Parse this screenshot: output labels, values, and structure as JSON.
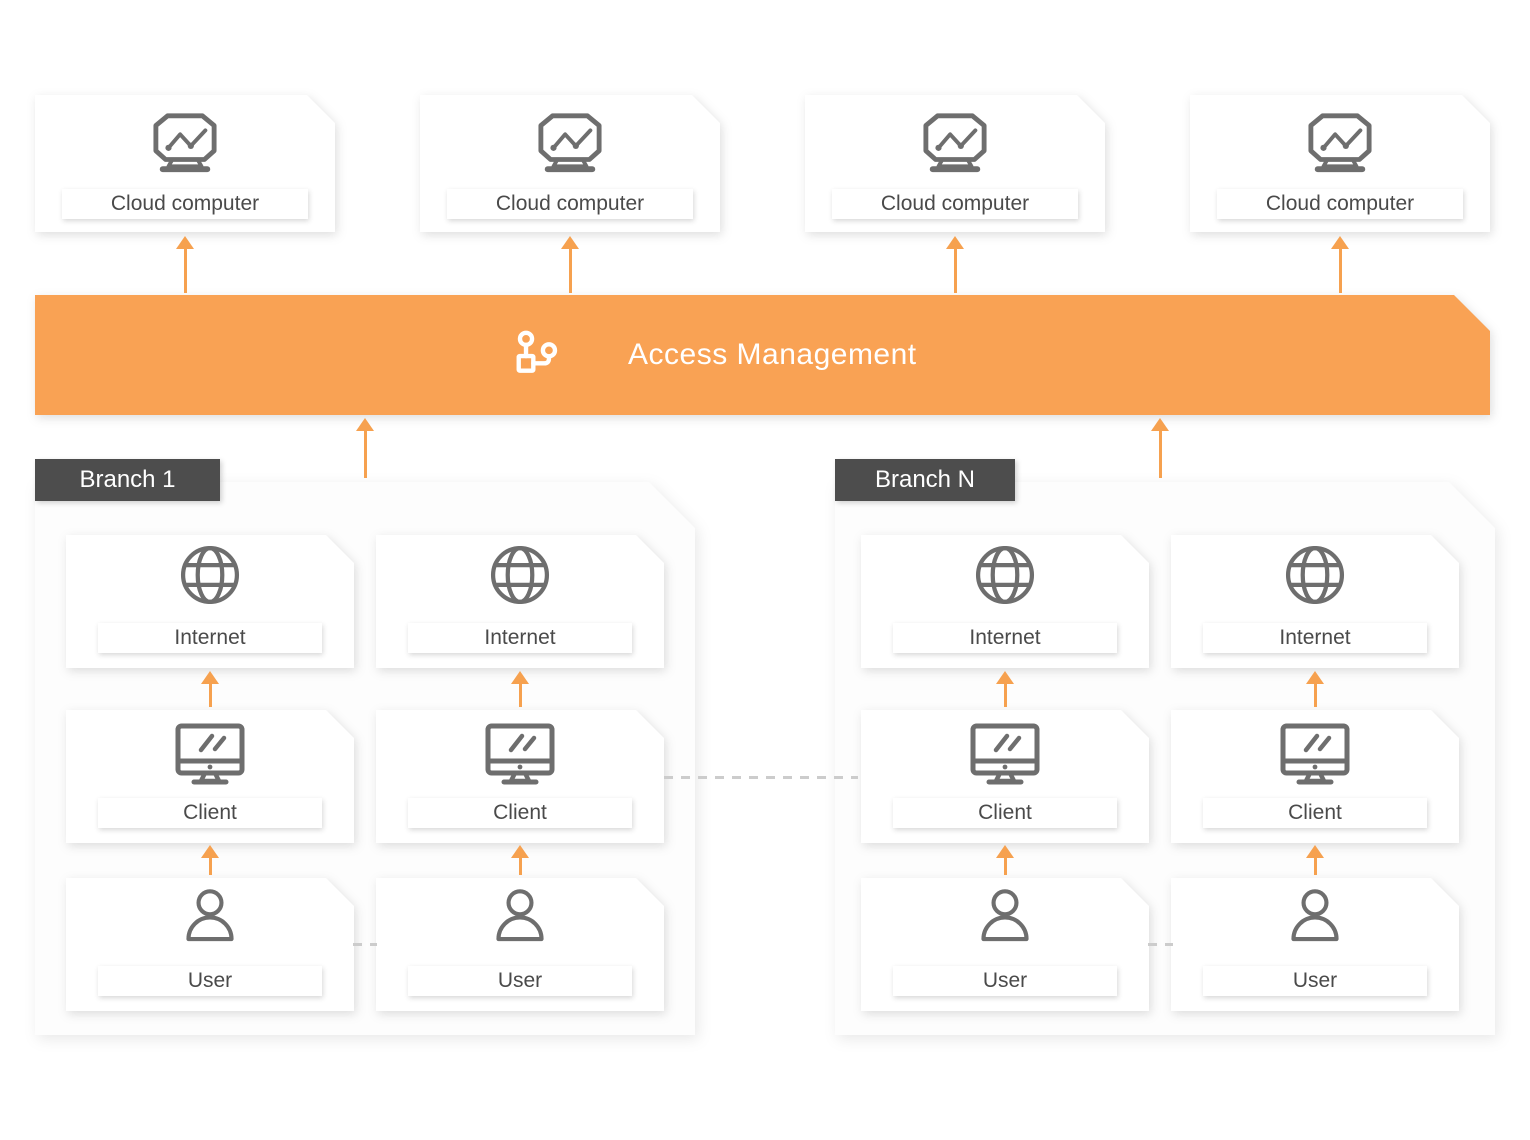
{
  "cloud_row": {
    "boxes": [
      {
        "label": "Cloud computer",
        "icon": "cloud-monitor-icon"
      },
      {
        "label": "Cloud computer",
        "icon": "cloud-monitor-icon"
      },
      {
        "label": "Cloud computer",
        "icon": "cloud-monitor-icon"
      },
      {
        "label": "Cloud computer",
        "icon": "cloud-monitor-icon"
      }
    ]
  },
  "access_bar": {
    "label": "Access Management",
    "icon": "workflow-icon",
    "color": "#F9A254"
  },
  "branches": [
    {
      "name": "Branch 1",
      "columns": [
        {
          "rows": [
            {
              "label": "Internet",
              "icon": "globe-icon"
            },
            {
              "label": "Client",
              "icon": "desktop-icon"
            },
            {
              "label": "User",
              "icon": "user-icon"
            }
          ]
        },
        {
          "rows": [
            {
              "label": "Internet",
              "icon": "globe-icon"
            },
            {
              "label": "Client",
              "icon": "desktop-icon"
            },
            {
              "label": "User",
              "icon": "user-icon"
            }
          ]
        }
      ]
    },
    {
      "name": "Branch N",
      "columns": [
        {
          "rows": [
            {
              "label": "Internet",
              "icon": "globe-icon"
            },
            {
              "label": "Client",
              "icon": "desktop-icon"
            },
            {
              "label": "User",
              "icon": "user-icon"
            }
          ]
        },
        {
          "rows": [
            {
              "label": "Internet",
              "icon": "globe-icon"
            },
            {
              "label": "Client",
              "icon": "desktop-icon"
            },
            {
              "label": "User",
              "icon": "user-icon"
            }
          ]
        }
      ]
    }
  ],
  "colors": {
    "accent_orange": "#F9A254",
    "arrow_orange": "#F6A14F",
    "tab_dark": "#4D4D4D",
    "icon_gray": "#6E6E6E",
    "label_text": "#4A4A4A",
    "dash_gray": "#CCCCCC"
  }
}
